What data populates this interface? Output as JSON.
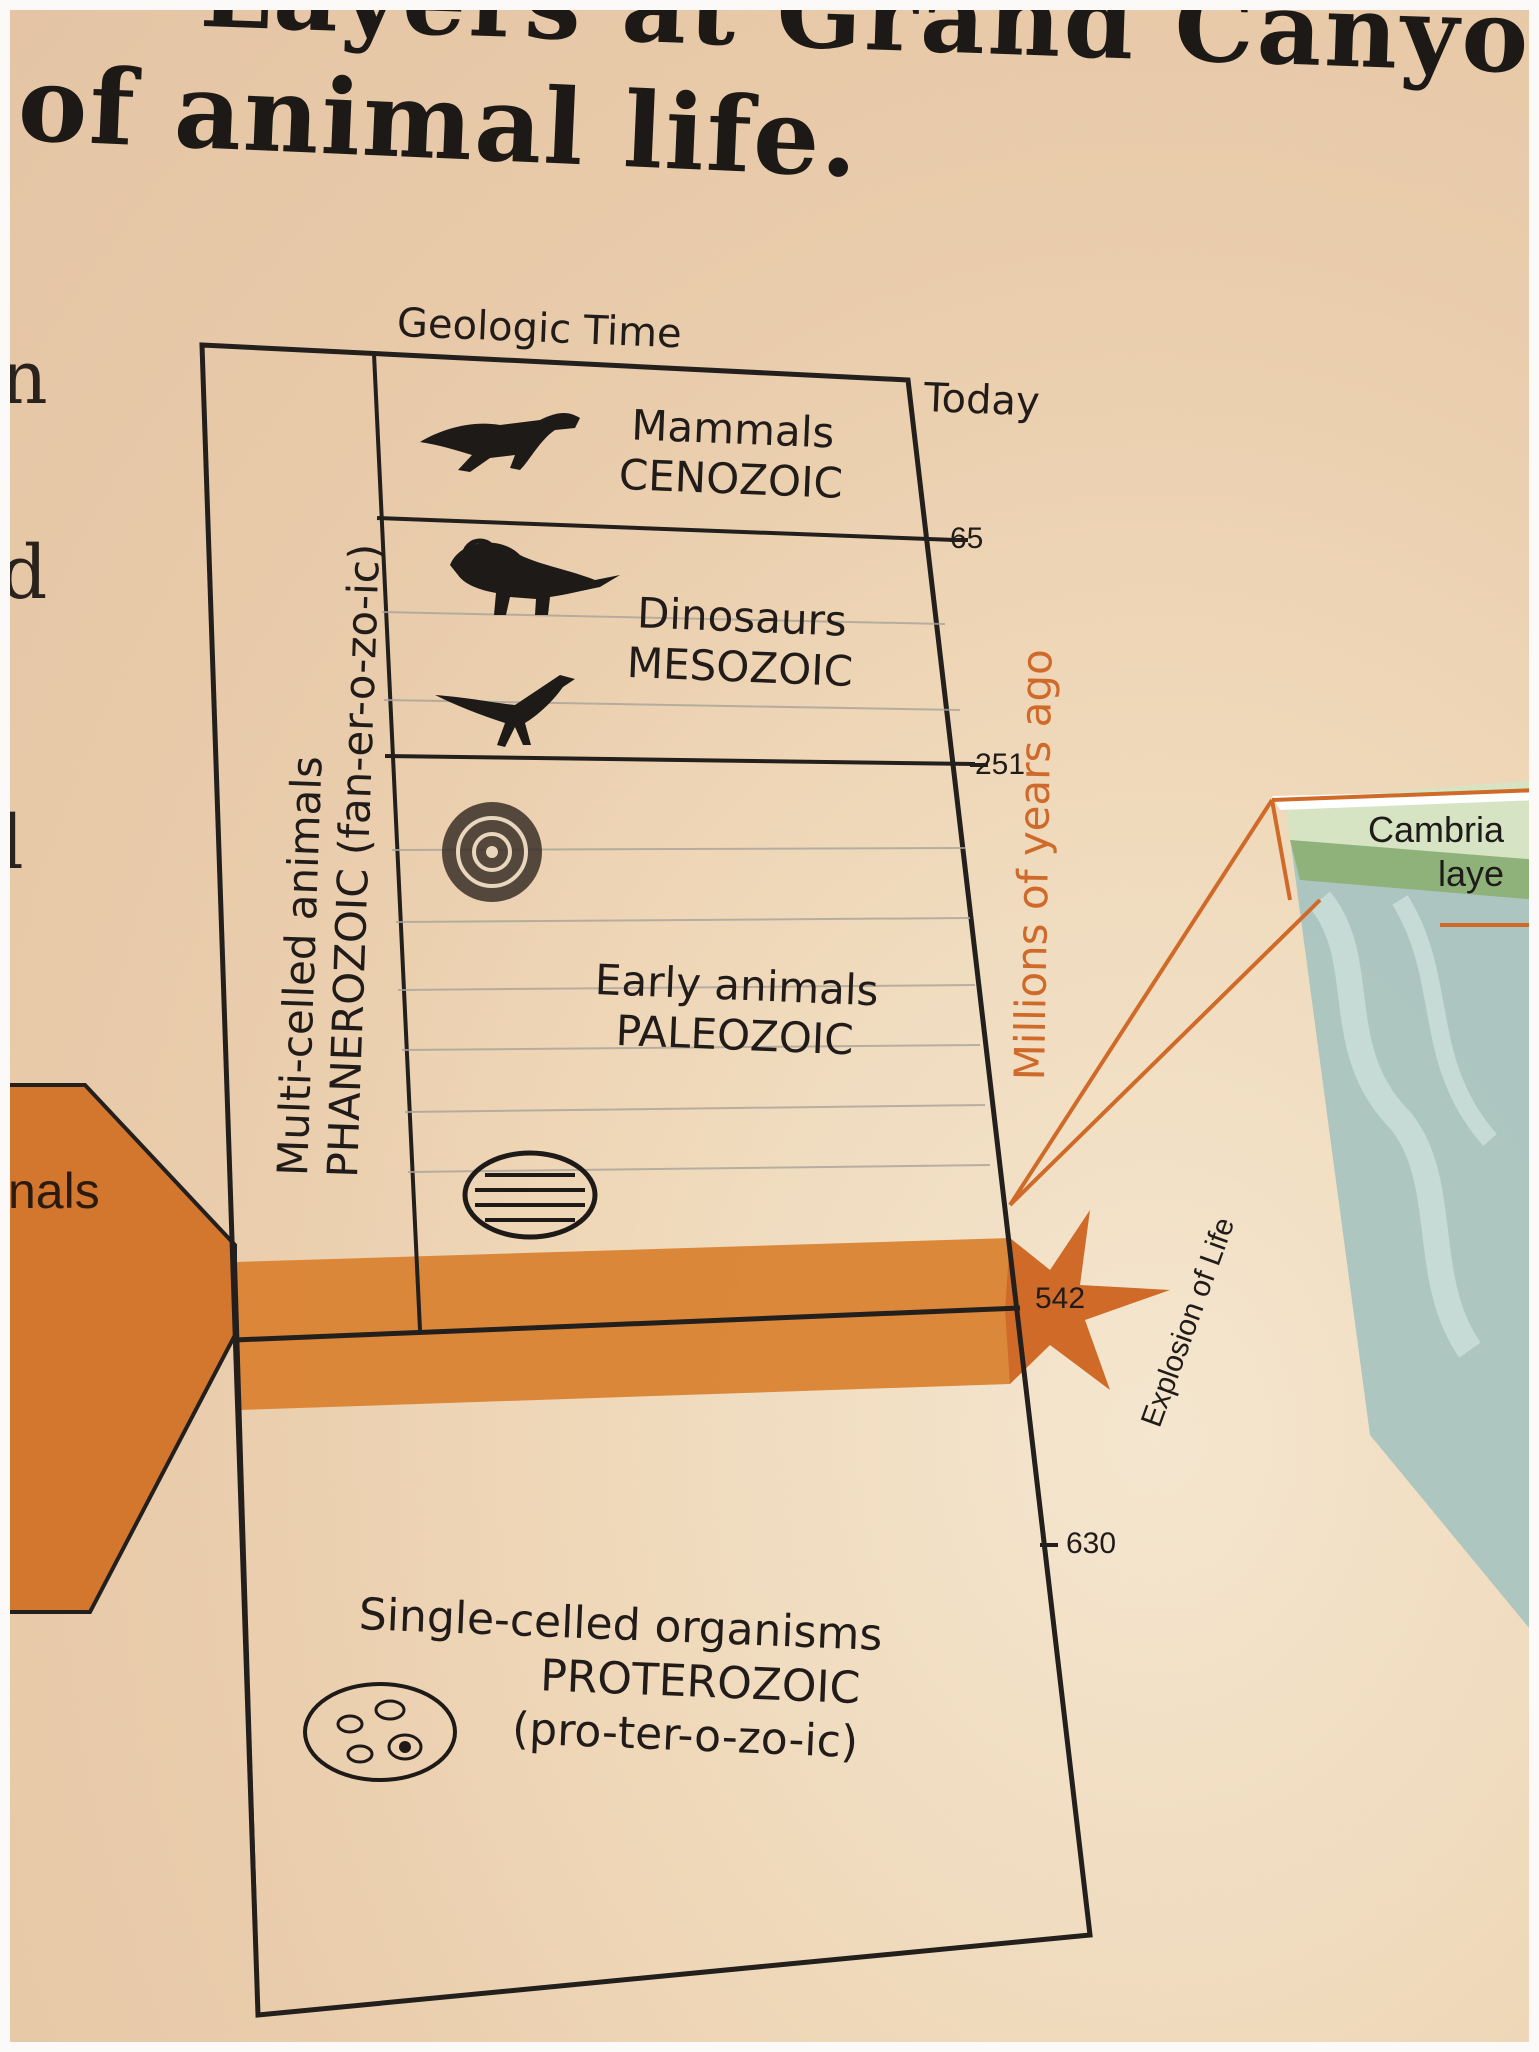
{
  "header": {
    "line1": "Layers at Grand Canyon, as",
    "line2": "of animal life."
  },
  "left_edge": {
    "letter_1": "n",
    "letter_2": "d",
    "letter_3": "l",
    "arrow_label": "nals"
  },
  "chart": {
    "title": "Geologic Time",
    "axis_label": "Millions of years ago",
    "axis_top_label": "Today",
    "ticks": [
      "65",
      "251",
      "542",
      "630"
    ],
    "left_column": {
      "line1": "Multi-celled animals",
      "line2": "PHANEROZOIC (fan-er-o-zo-ic)"
    },
    "eras": [
      {
        "life": "Mammals",
        "name": "CENOZOIC"
      },
      {
        "life": "Dinosaurs",
        "name": "MESOZOIC"
      },
      {
        "life": "Early animals",
        "name": "PALEOZOIC"
      },
      {
        "life": "Single-celled organisms",
        "name": "PROTEROZOIC",
        "pronunciation": "(pro-ter-o-zo-ic)"
      }
    ],
    "event_label": "Explosion of Life",
    "colors": {
      "accent": "#d97b30",
      "line": "#231f1c"
    }
  },
  "inset": {
    "label_line1": "Cambria",
    "label_line2": "laye"
  }
}
